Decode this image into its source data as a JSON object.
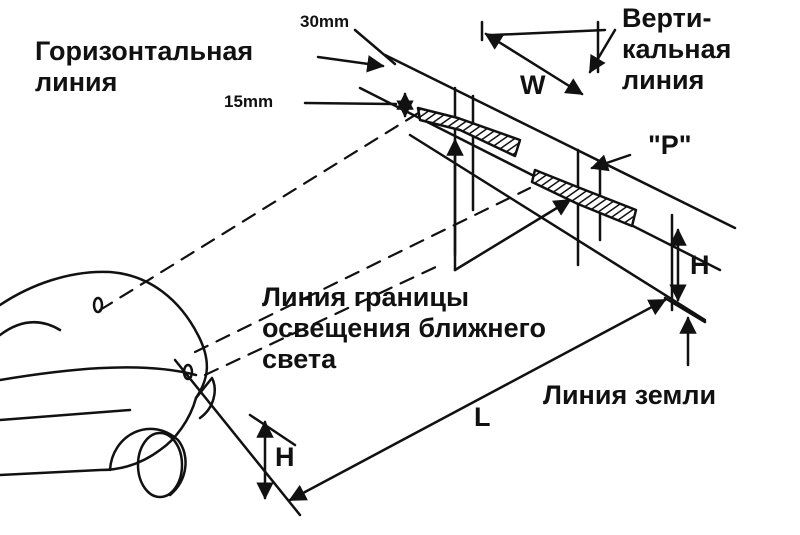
{
  "labels": {
    "dim_30mm": "30mm",
    "dim_15mm": "15mm",
    "horizontal_line": [
      "Горизонтальная",
      "линия"
    ],
    "vertical_line": [
      "Верти-",
      "кальная",
      "линия"
    ],
    "point_p": "\"P\"",
    "w": "W",
    "h_right": "H",
    "h_left": "H",
    "l": "L",
    "cutoff_line": [
      "Линия границы",
      "освещения ближнего",
      "света"
    ],
    "ground_line": "Линия земли"
  },
  "colors": {
    "ink": "#111111",
    "background": "#ffffff"
  }
}
